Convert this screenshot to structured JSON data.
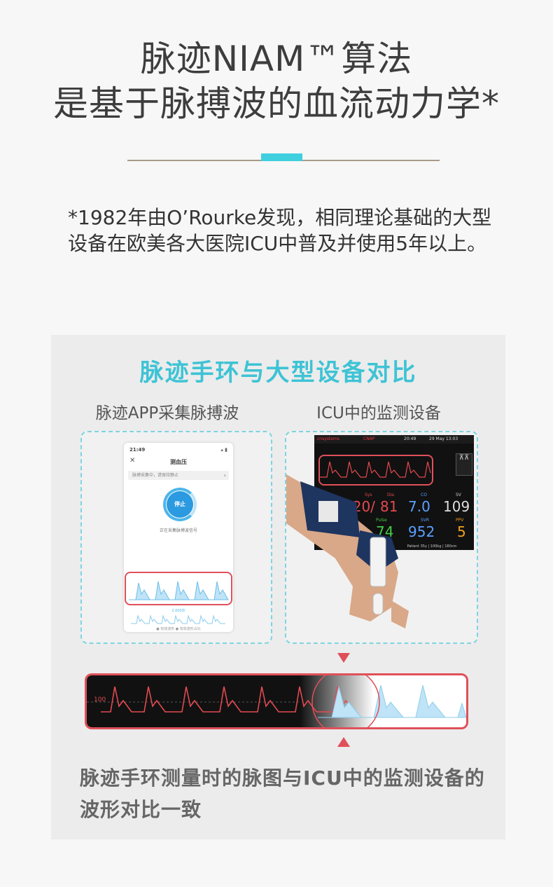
{
  "header": {
    "title_line1": "脉迹NIAM™算法",
    "title_line2": "是基于脉搏波的血流动力学*"
  },
  "footnote": "*1982年由O’Rourke发现，相同理论基础的大型设备在欧美各大医院ICU中普及并使用5年以上。",
  "panel": {
    "title": "脉迹手环与大型设备对比",
    "left_label": "脉迹APP采集脉搏波",
    "right_label": "ICU中的监测设备",
    "phone": {
      "time": "21:49",
      "screen_title": "测血压",
      "bar_text": "脉搏采集中，请保持静止",
      "stop_button": "停止",
      "caption": "正在采集脉搏波信号",
      "count": "2,000次",
      "legend": "● 有效波形   ● 有效波形占比"
    },
    "monitor": {
      "brand": "cnsystems",
      "mode": "CNAP",
      "clock": "20:49",
      "date": "29 May 13:03",
      "side_label": "⊼⊼",
      "sys_label": "Sys",
      "sys_value": "120/",
      "dia_label": "Dia",
      "dia_value": "81",
      "pulse_label": "Pulse",
      "pulse_value": "74",
      "co_label": "CO",
      "co_value": "7.0",
      "sv_label": "SV",
      "sv_value": "109",
      "svr_label": "SVR",
      "svr_value": "952",
      "ppv_label": "PPV",
      "ppv_value": "5",
      "patient": "Patient  35y | 100kg | 180cm"
    },
    "compare_axis_label": "100",
    "caption": "脉迹手环测量时的脉图与ICU中的监测设备的波形对比一致"
  },
  "colors": {
    "accent_cyan": "#3fd0e0",
    "highlight_red": "#e0505a",
    "wave_blue": "#8ccdee"
  }
}
